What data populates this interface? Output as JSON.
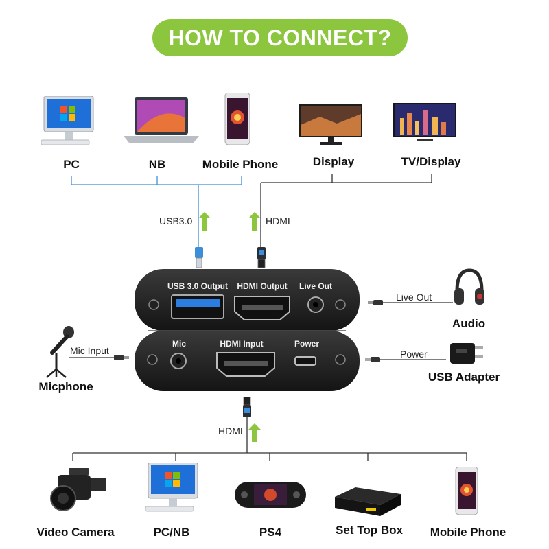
{
  "title": "HOW TO CONNECT?",
  "top_sources": [
    {
      "label": "PC",
      "icon": "desktop-pc-icon"
    },
    {
      "label": "NB",
      "icon": "laptop-icon"
    },
    {
      "label": "Mobile Phone",
      "icon": "mobile-phone-icon"
    }
  ],
  "top_displays": [
    {
      "label": "Display",
      "icon": "monitor-icon"
    },
    {
      "label": "TV/Display",
      "icon": "tv-icon"
    }
  ],
  "connections": {
    "usb": "USB3.0",
    "hdmi_out": "HDMI",
    "hdmi_in": "HDMI",
    "live_out": "Live Out",
    "mic_input": "Mic Input",
    "power": "Power"
  },
  "device": {
    "top_ports": [
      "USB 3.0 Output",
      "HDMI Output",
      "Live Out"
    ],
    "bottom_ports": [
      "Mic",
      "HDMI  Input",
      "Power"
    ]
  },
  "side_devices": {
    "audio": "Audio",
    "usb_adapter": "USB Adapter",
    "microphone": "Micphone"
  },
  "bottom_sources": [
    {
      "label": "Video Camera",
      "icon": "video-camera-icon"
    },
    {
      "label": "PC/NB",
      "icon": "desktop-pc-icon"
    },
    {
      "label": "PS4",
      "icon": "handheld-console-icon"
    },
    {
      "label": "Set Top Box",
      "icon": "set-top-box-icon"
    },
    {
      "label": "Mobile Phone",
      "icon": "mobile-phone-icon"
    }
  ],
  "colors": {
    "title_bg": "#8cc63f",
    "arrow": "#8cc63f",
    "usb_line": "#3d8ed8",
    "device_body": "#1c1c1c"
  }
}
